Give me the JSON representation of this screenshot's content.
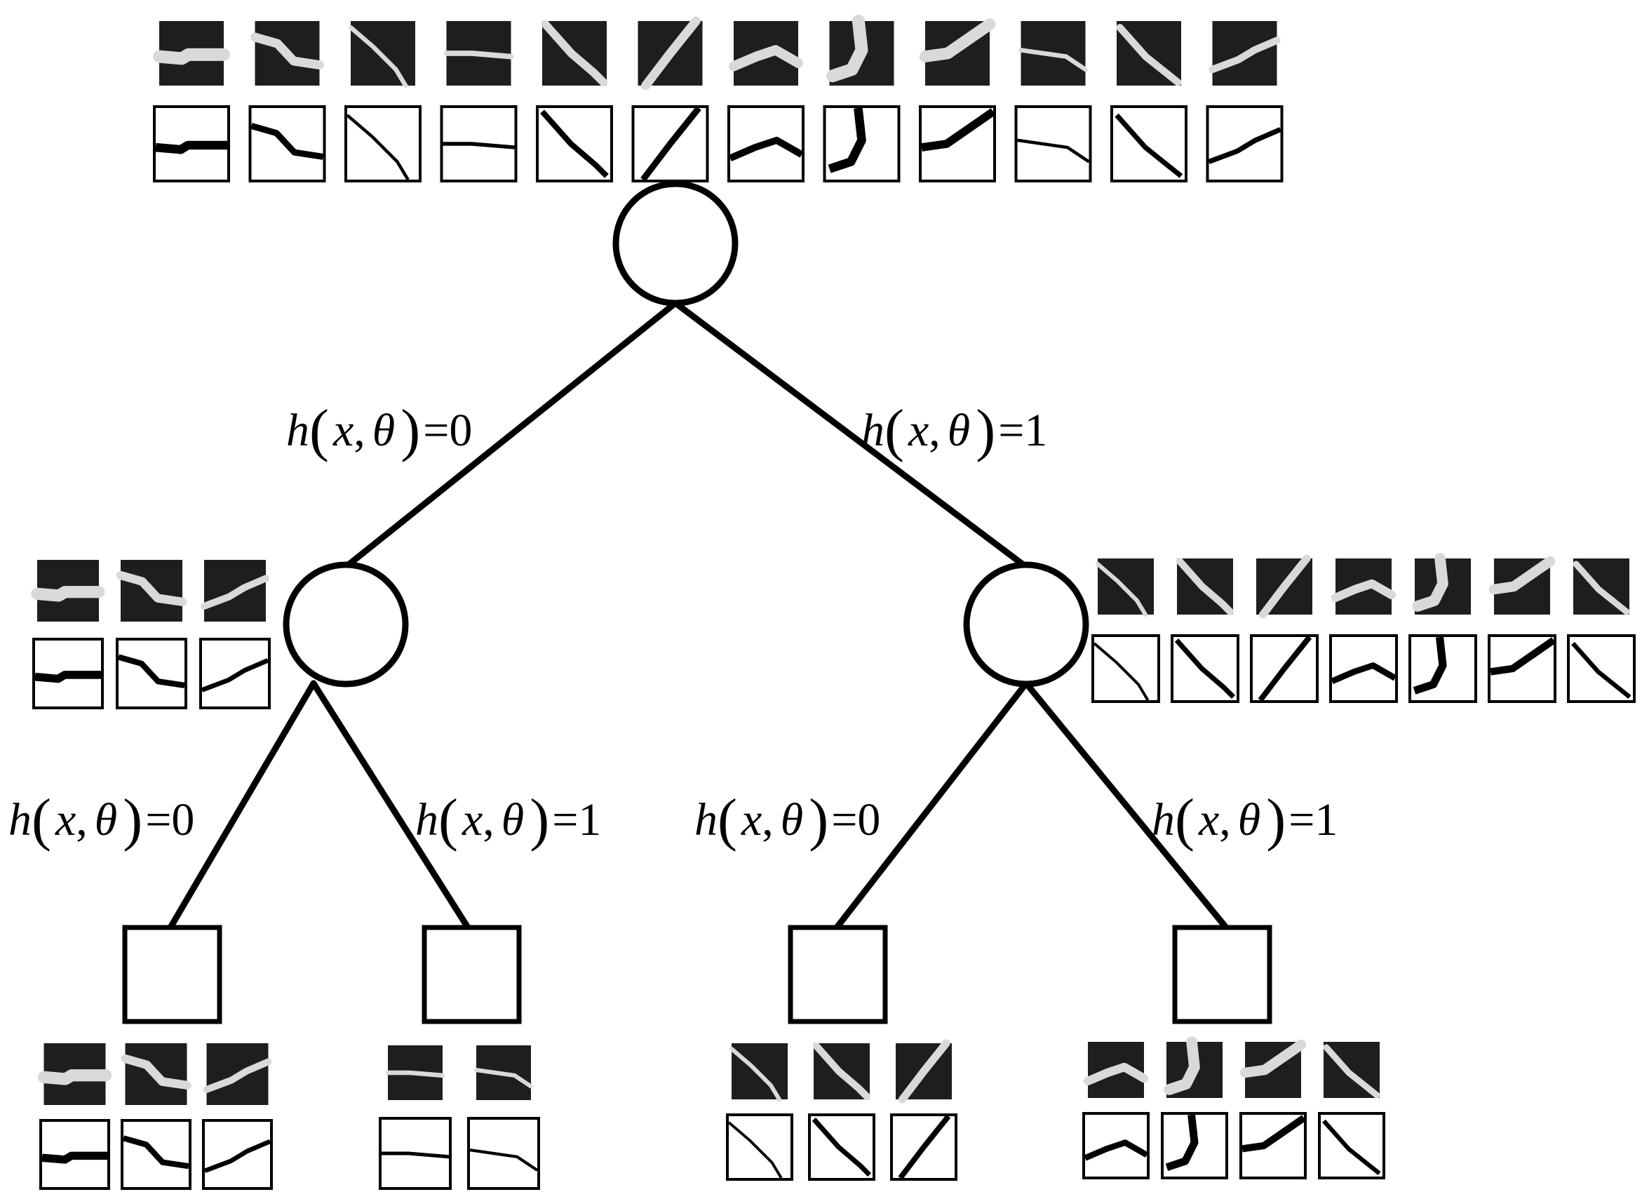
{
  "colors": {
    "ink": "#000000",
    "paper": "#ffffff",
    "patch_dark": "#1e1e1e",
    "crack_light": "#d9d9d9"
  },
  "labels": {
    "root_left": {
      "fn": "h",
      "x": "x",
      "theta": "θ",
      "value": "0"
    },
    "root_right": {
      "fn": "h",
      "x": "x",
      "theta": "θ",
      "value": "1"
    },
    "left_left": {
      "fn": "h",
      "x": "x",
      "theta": "θ",
      "value": "0"
    },
    "left_right": {
      "fn": "h",
      "x": "x",
      "theta": "θ",
      "value": "1"
    },
    "right_left": {
      "fn": "h",
      "x": "x",
      "theta": "θ",
      "value": "0"
    },
    "right_right": {
      "fn": "h",
      "x": "x",
      "theta": "θ",
      "value": "1"
    }
  },
  "tree": {
    "split_nodes": [
      "root",
      "left-child",
      "right-child"
    ],
    "leaf_nodes": [
      "leaf-1",
      "leaf-2",
      "leaf-3",
      "leaf-4"
    ]
  },
  "patch_groups": {
    "root": {
      "samples": [
        0,
        1,
        2,
        3,
        4,
        5,
        6,
        7,
        8,
        9,
        10,
        11
      ]
    },
    "left": {
      "samples": [
        0,
        1,
        11
      ]
    },
    "right": {
      "samples": [
        2,
        4,
        5,
        6,
        7,
        8,
        10
      ]
    },
    "leaf1": {
      "samples": [
        0,
        1,
        11
      ]
    },
    "leaf2": {
      "samples": [
        3,
        9
      ]
    },
    "leaf3": {
      "samples": [
        2,
        4,
        5
      ]
    },
    "leaf4": {
      "samples": [
        6,
        7,
        8,
        10
      ]
    }
  }
}
